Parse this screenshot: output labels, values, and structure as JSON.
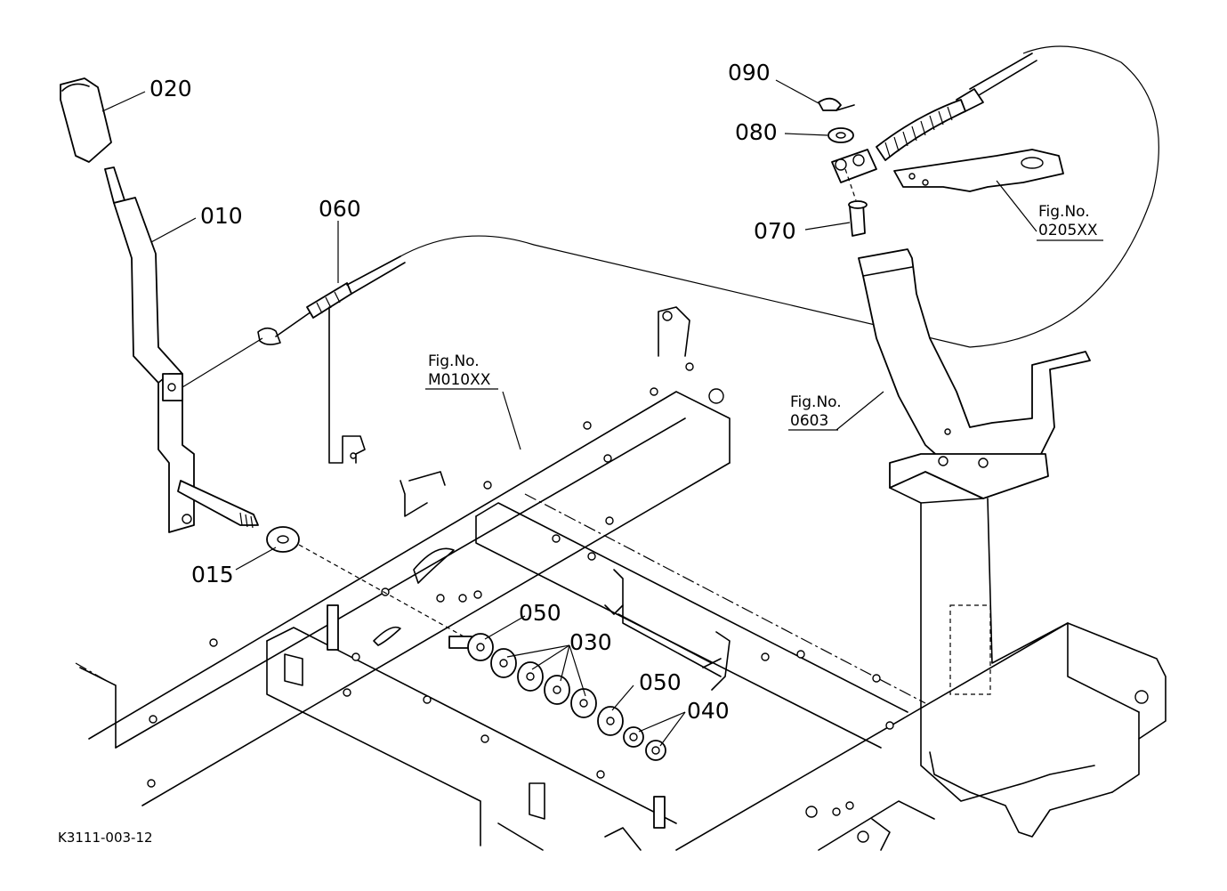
{
  "diagram": {
    "drawing_code": "K3111-003-12",
    "parts": [
      {
        "key": "p020",
        "number": "020"
      },
      {
        "key": "p010",
        "number": "010"
      },
      {
        "key": "p060",
        "number": "060"
      },
      {
        "key": "p015",
        "number": "015"
      },
      {
        "key": "p050a",
        "number": "050"
      },
      {
        "key": "p030",
        "number": "030"
      },
      {
        "key": "p050b",
        "number": "050"
      },
      {
        "key": "p040",
        "number": "040"
      },
      {
        "key": "p090",
        "number": "090"
      },
      {
        "key": "p080",
        "number": "080"
      },
      {
        "key": "p070",
        "number": "070"
      }
    ],
    "figure_refs": [
      {
        "key": "fig_m010",
        "prefix": "Fig.No.",
        "number": "M010XX"
      },
      {
        "key": "fig_0603",
        "prefix": "Fig.No.",
        "number": "0603"
      },
      {
        "key": "fig_0205",
        "prefix": "Fig.No.",
        "number": "0205XX"
      }
    ]
  }
}
